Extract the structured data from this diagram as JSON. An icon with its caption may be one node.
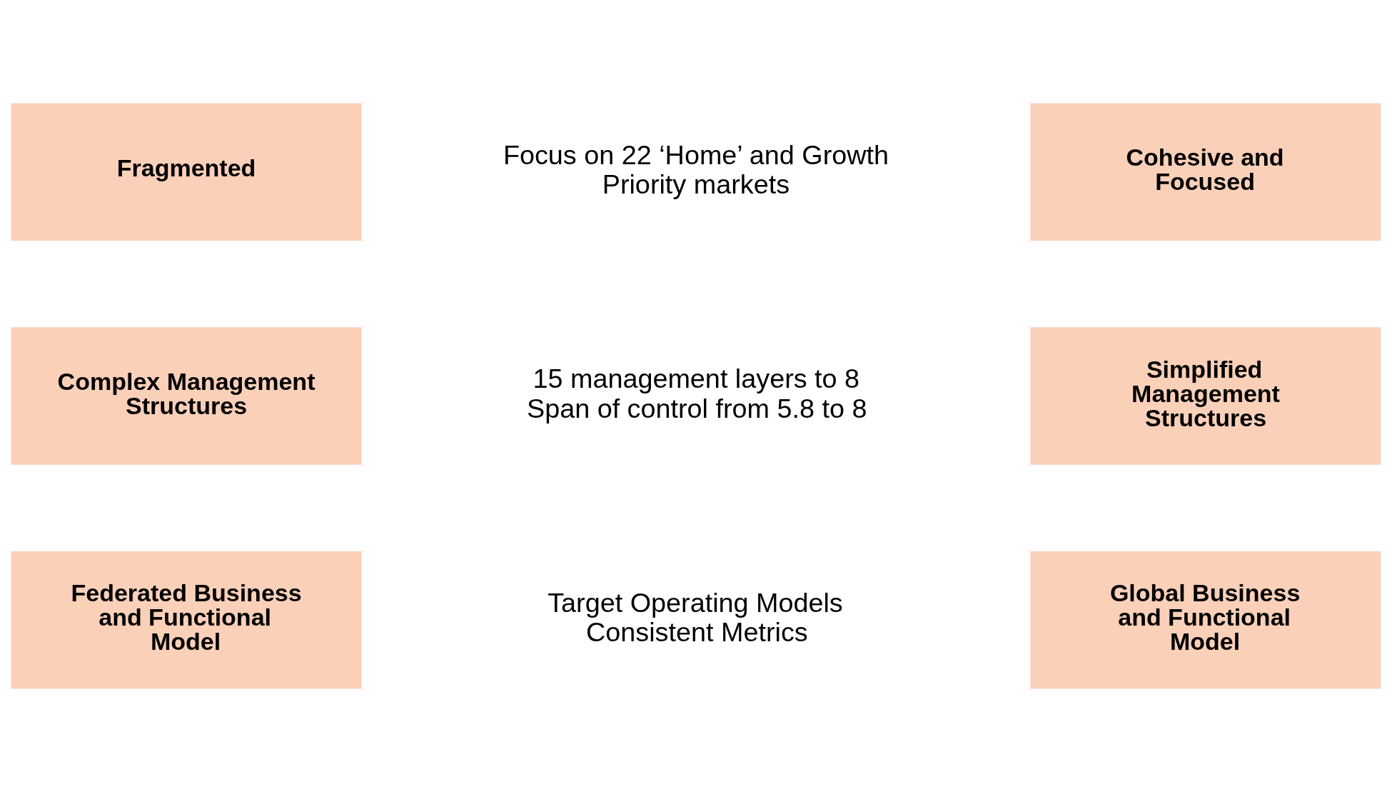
{
  "diagram": {
    "nodes": [
      {
        "text": [
          "Fragmented"
        ]
      },
      {
        "text": [
          "Cohesive and Focused"
        ]
      },
      {
        "text": [
          "Complex Management Structures"
        ]
      },
      {
        "text": [
          "Simplified Management Structures"
        ]
      },
      {
        "text": [
          "Federated Business and Functional Model"
        ]
      },
      {
        "text": [
          "Global Business and Functional Model"
        ]
      }
    ],
    "labels": [
      "Focus on 22 ‘Home’ and Growth Priority markets",
      "15 management layers to 8",
      "Span of control from 5.8 to 8",
      "Target Operating Models",
      "Consistent Metrics"
    ]
  }
}
